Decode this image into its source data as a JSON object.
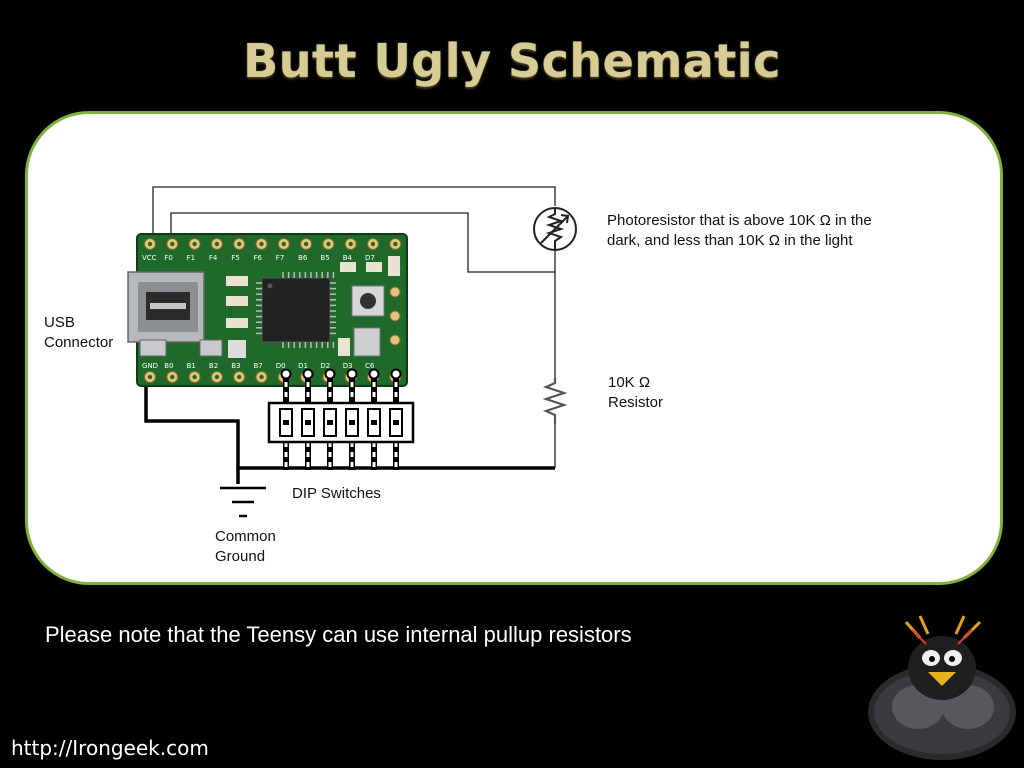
{
  "slide": {
    "title": "Butt Ugly Schematic",
    "note": "Please note that the Teensy can use internal pullup resistors",
    "url": "http://Irongeek.com"
  },
  "diagram": {
    "labels": {
      "usb_line1": "USB",
      "usb_line2": "Connector",
      "photoresistor_line1": "Photoresistor that is above 10K Ω in the",
      "photoresistor_line2": "dark, and less than 10K Ω in the light",
      "resistor_line1": "10K Ω",
      "resistor_line2": "Resistor",
      "dip": "DIP Switches",
      "ground_line1": "Common",
      "ground_line2": "Ground"
    },
    "board_pins": {
      "top": [
        "VCC",
        "F0",
        "F1",
        "F4",
        "F5",
        "F6",
        "F7",
        "B6",
        "B5",
        "B4",
        "D7"
      ],
      "bottom": [
        "GND",
        "B0",
        "B1",
        "B2",
        "B3",
        "B7",
        "D0",
        "D1",
        "D2",
        "D3",
        "C6"
      ]
    },
    "dip_switch_count": 6
  },
  "colors": {
    "background": "#000000",
    "panel": "#ffffff",
    "panel_border": "#7fb33d",
    "title": "#d8cc95",
    "pcb": "#1f6a2a",
    "wire": "#000000"
  }
}
